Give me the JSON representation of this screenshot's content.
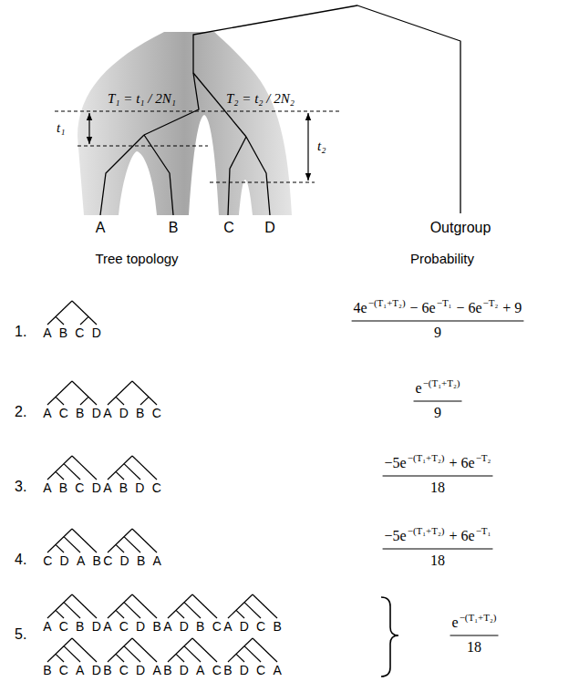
{
  "diagram": {
    "labels": [
      "T₁ = t₁ / 2N₁",
      "t₁",
      "T₂ = t₂ / 2N₂",
      "t₂",
      "A",
      "B",
      "C",
      "D",
      "Outgroup",
      "Tree topology",
      "Probability",
      "1.",
      "ABCD",
      "4e",
      "−(T₁+T₂)",
      "− 6e",
      "−T₁",
      "− 6e",
      "−T₂",
      "+ 9",
      "9",
      "2.",
      "ACBD",
      "ADBC",
      "e",
      "−(T₁+T₂)",
      "9",
      "3.",
      "ABCD",
      "ABDC",
      "−5e",
      "−(T₁+T₂)",
      "+ 6e",
      "−T₂",
      "18",
      "4.",
      "CDAB",
      "CDBA",
      "−5e",
      "−(T₁+T₂)",
      "+ 6e",
      "−T₁",
      "18",
      "5.",
      "ACBD",
      "ACDB",
      "ADBC",
      "ADCB",
      "BCAD",
      "BCDA",
      "BDAC",
      "BDCA",
      "e",
      "−(T₁+T₂)",
      "18"
    ]
  }
}
